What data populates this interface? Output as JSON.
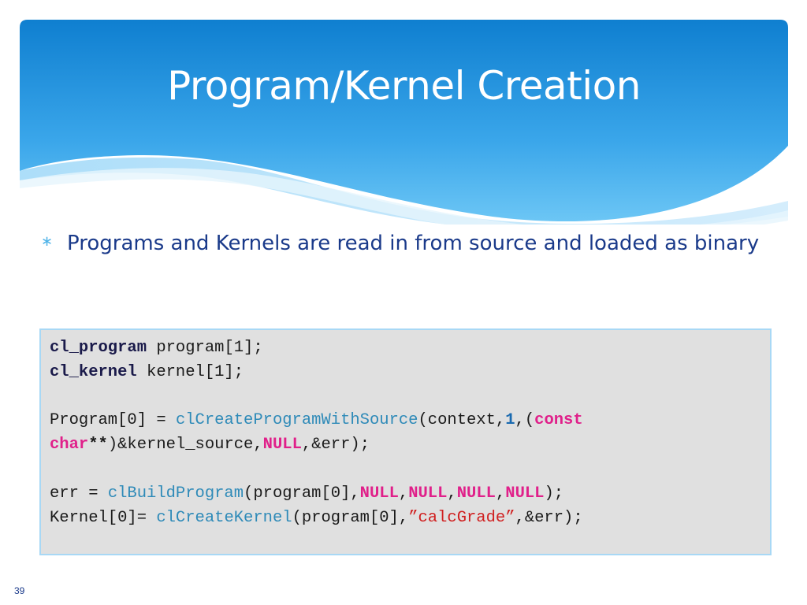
{
  "slide": {
    "title": "Program/Kernel Creation",
    "bullet_symbol": "∗",
    "bullet_text": "Programs and Kernels are read in from source and loaded as binary",
    "page_number": "39"
  },
  "code": {
    "l1a": "cl_program",
    "l1b": " program[1];",
    "l2a": "cl_kernel",
    "l2b": " kernel[1];",
    "l3a": "Program[0] = ",
    "l3fn": "clCreateProgramWithSource",
    "l3b": "(context,",
    "l3num": "1",
    "l3c": ",(",
    "l3kw": "const",
    "l4kw": "char",
    "l4star": "**",
    "l4a": ")&kernel_source,",
    "l4null": "NULL",
    "l4b": ",&err);",
    "l5a": "err = ",
    "l5fn": "clBuildProgram",
    "l5b": "(program[0],",
    "l5n1": "NULL",
    "l5n2": "NULL",
    "l5n3": "NULL",
    "l5n4": "NULL",
    "l5c": ");",
    "comma": ",",
    "l6a": "Kernel[0]= ",
    "l6fn": "clCreateKernel",
    "l6b": "(program[0],",
    "l6str": "”calcGrade”",
    "l6c": ",&err);"
  },
  "colors": {
    "header_top": "#0f7fd0",
    "header_bottom": "#4fb8f0",
    "bullet_text": "#1a3a8a",
    "code_bg": "#e0e0e0",
    "code_border": "#a8d8f5",
    "function": "#2e8ab8",
    "null_keyword": "#e0208a",
    "string": "#d02020"
  }
}
